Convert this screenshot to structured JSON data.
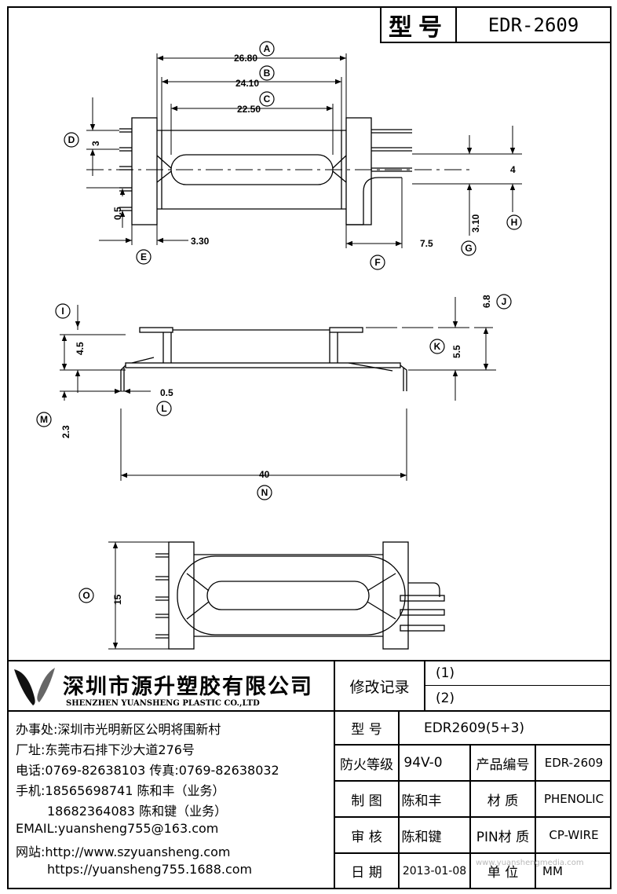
{
  "header": {
    "model_label": "型号",
    "model_value": "EDR-2609"
  },
  "top_view": {
    "dims": {
      "A": "26.80",
      "B": "24.10",
      "C": "22.50",
      "D": "3",
      "E": "3.30",
      "F": "7.5",
      "G": "3.10",
      "H": "4",
      "pin_dia": "0.5"
    }
  },
  "side_view": {
    "dims": {
      "I": "4.5",
      "J": "6.8",
      "K": "5.5",
      "L": "0.5",
      "M": "2.3",
      "N": "40"
    }
  },
  "bottom_view": {
    "dims": {
      "O": "15"
    }
  },
  "dimension_letters": [
    "A",
    "B",
    "C",
    "D",
    "E",
    "F",
    "G",
    "H",
    "I",
    "J",
    "K",
    "L",
    "M",
    "N",
    "O"
  ],
  "company": {
    "name_cn": "深圳市源升塑胶有限公司",
    "name_en": "SHENZHEN YUANSHENG PLASTIC CO.,LTD",
    "office": "办事处:深圳市光明新区公明将围新村",
    "factory": "厂址:东莞市石排下沙大道276号",
    "phone": "电话:0769-82638103 传真:0769-82638032",
    "mobile1": "手机:18565698741 陈和丰（业务）",
    "mobile2": "18682364083 陈和键（业务）",
    "email": "EMAIL:yuansheng755@163.com",
    "website1": "网站:http://www.szyuansheng.com",
    "website2": "https://yuansheng755.1688.com"
  },
  "title_block": {
    "revision_label": "修改记录",
    "revision_1": "(1)",
    "revision_2": "(2)",
    "model_label": "型 号",
    "model_value": "EDR2609(5+3)",
    "fire_label": "防火等级",
    "fire_value": "94V-0",
    "product_no_label": "产品编号",
    "product_no_value": "EDR-2609",
    "drawn_label": "制 图",
    "drawn_value": "陈和丰",
    "material_label": "材 质",
    "material_value": "PHENOLIC",
    "checked_label": "审 核",
    "checked_value": "陈和键",
    "pin_material_label": "PIN材 质",
    "pin_material_value": "CP-WIRE",
    "date_label": "日 期",
    "date_value": "2013-01-08",
    "unit_label": "单 位",
    "unit_value": "MM"
  },
  "watermark": "www.yuanshengmedia.com"
}
